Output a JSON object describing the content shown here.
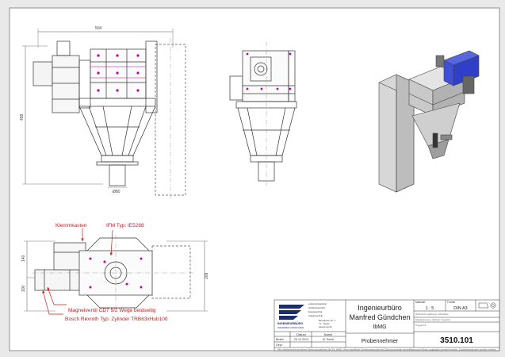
{
  "dimensions": {
    "overall_width": "504",
    "overall_height": "498",
    "outlet_diameter": "Ø80",
    "plan_height_left_a": "140",
    "plan_height_left_b": "100",
    "plan_height_right": "209"
  },
  "callouts": {
    "terminal_box": "Klemmkasten",
    "sensor": "IFM Typ: IE5288",
    "valve": "Magnetventil CD7 5/2 Wege beidseitig",
    "cylinder": "Bosch Rexroth Typ: Zylinder TRB63xHub100"
  },
  "title_block": {
    "logo_label": "INGENIEURBÜRO",
    "logo_sub": "MANFRED GÜNDCHEN",
    "logo_lines": [
      "Lebensmitteltechnik",
      "Verfahrenstechnik",
      "Energietechnik",
      "Anlagentechnik",
      "Bernhausen Str. 1",
      "71... Stetten",
      "www.ibmg.info"
    ],
    "company_line1": "Ingenieurbüro",
    "company_line2": "Manfred Gündchen",
    "company_abbr": "IbMG",
    "scale_label": "Maßstab",
    "scale_value": "1 : 5",
    "format_label": "Format",
    "format_value": "DIN A3",
    "rev_note_1": "Werkstoff, Halbzeug, Stückliste",
    "rev_note_2": "Modellnummer, Rohteil / Gewicht",
    "title": "Probennehmer",
    "project_label": "Projekt-Nr.",
    "drawing_number": "3510.101",
    "col_date": "Datum",
    "col_name": "Name",
    "row_drawn": "Bearb.",
    "drawn_date": "29.12.2013",
    "drawn_name": "M. Ewert",
    "row_checked": "Gepr.",
    "footer": "Alle Urheberrechte an dieser Zeichnung gehören der Fa. IbMG. Ohne schriftliche Genehmigung darf die Zeichnung weder vervielfältigt noch Dritten zugänglich gemacht werden. Zuwiderhandlungen werden verfolgt."
  },
  "colors": {
    "paper": "#ffffff",
    "line": "#333333",
    "dimension": "#555555",
    "callout": "#d01818",
    "highlight": "#c000a0",
    "motor": "#2f3fc8"
  }
}
